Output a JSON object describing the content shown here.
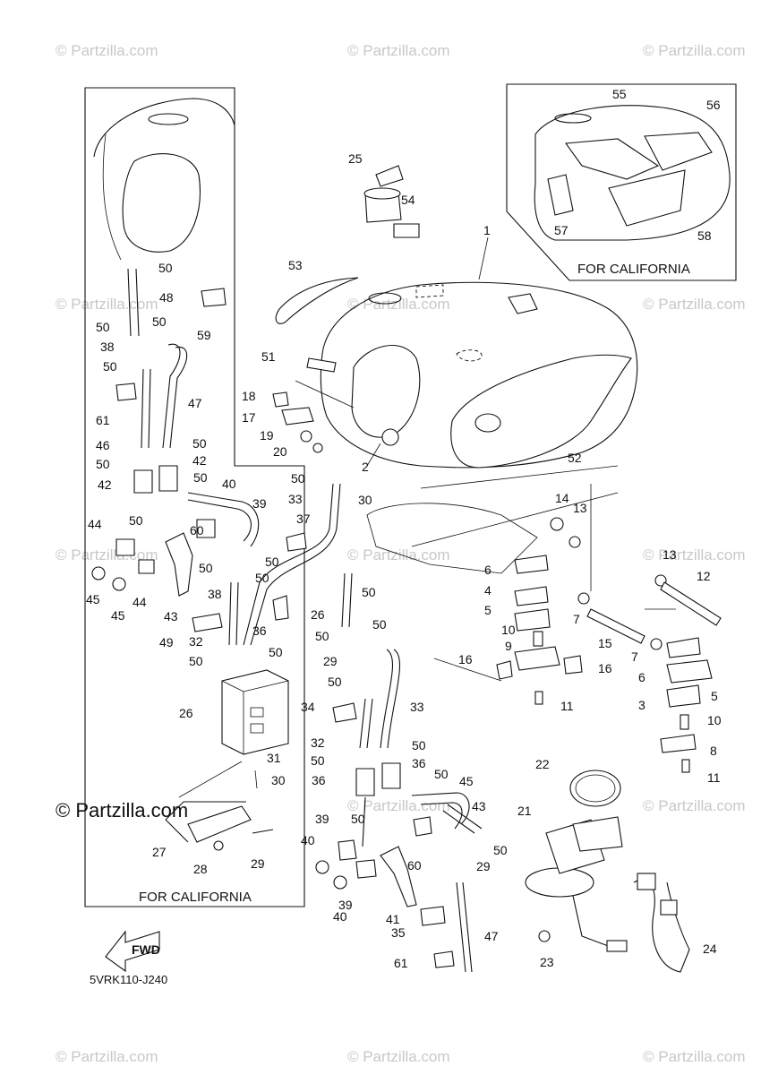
{
  "watermark_text": "© Partzilla.com",
  "partzilla_mark": "© Partzilla.com",
  "diagram_code": "5VRK110-J240",
  "fwd_label": "FWD",
  "california_box_left": "FOR CALIFORNIA",
  "california_box_right": "FOR CALIFORNIA",
  "callouts": {
    "c1": "1",
    "c2": "2",
    "c3": "3",
    "c4": "4",
    "c5": "5",
    "c5b": "5",
    "c6": "6",
    "c6b": "6",
    "c7": "7",
    "c7b": "7",
    "c8": "8",
    "c9": "9",
    "c10": "10",
    "c10b": "10",
    "c11": "11",
    "c11b": "11",
    "c12": "12",
    "c13": "13",
    "c13b": "13",
    "c14": "14",
    "c15": "15",
    "c16": "16",
    "c16b": "16",
    "c17": "17",
    "c18": "18",
    "c19": "19",
    "c20": "20",
    "c21": "21",
    "c22": "22",
    "c23": "23",
    "c24": "24",
    "c25": "25",
    "c26": "26",
    "c26b": "26",
    "c27": "27",
    "c28": "28",
    "c29": "29",
    "c29b": "29",
    "c29c": "29",
    "c30": "30",
    "c30b": "30",
    "c31": "31",
    "c32": "32",
    "c32b": "32",
    "c33": "33",
    "c33b": "33",
    "c34": "34",
    "c35": "35",
    "c36": "36",
    "c36b": "36",
    "c36c": "36",
    "c37": "37",
    "c38": "38",
    "c38b": "38",
    "c39": "39",
    "c39b": "39",
    "c39c": "39",
    "c40": "40",
    "c40b": "40",
    "c40c": "40",
    "c41": "41",
    "c42": "42",
    "c42b": "42",
    "c43": "43",
    "c43b": "43",
    "c44": "44",
    "c44b": "44",
    "c45": "45",
    "c45b": "45",
    "c45c": "45",
    "c46": "46",
    "c47": "47",
    "c47b": "47",
    "c48": "48",
    "c49": "49",
    "c50a": "50",
    "c50b": "50",
    "c50c": "50",
    "c50d": "50",
    "c50e": "50",
    "c50f": "50",
    "c50g": "50",
    "c50h": "50",
    "c50i": "50",
    "c50j": "50",
    "c50k": "50",
    "c50l": "50",
    "c50m": "50",
    "c50n": "50",
    "c50o": "50",
    "c50p": "50",
    "c50q": "50",
    "c50r": "50",
    "c50s": "50",
    "c50t": "50",
    "c50u": "50",
    "c50v": "50",
    "c50w": "50",
    "c51": "51",
    "c52": "52",
    "c53": "53",
    "c54": "54",
    "c55": "55",
    "c56": "56",
    "c57": "57",
    "c58": "58",
    "c59": "59",
    "c60": "60",
    "c60b": "60",
    "c61": "61",
    "c61b": "61"
  }
}
